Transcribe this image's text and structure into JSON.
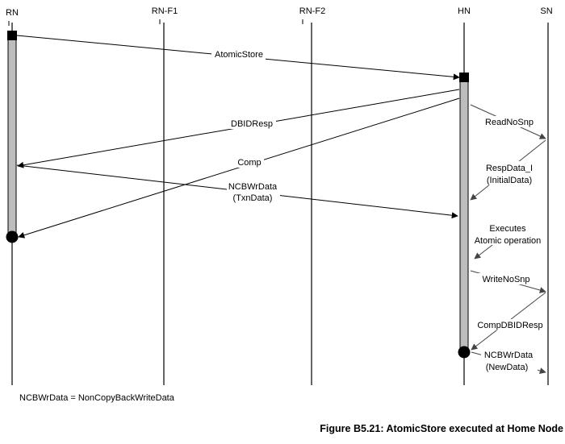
{
  "nodes": [
    "RN",
    "RN-F1",
    "RN-F2",
    "HN",
    "SN"
  ],
  "messages": {
    "atomic_store": "AtomicStore",
    "dbid_resp": "DBIDResp",
    "comp": "Comp",
    "ncbwrdata_1": "NCBWrData",
    "txn_data": "(TxnData)",
    "read_no_snp": "ReadNoSnp",
    "resp_data_i": "RespData_I",
    "initial_data": "(InitialData)",
    "executes": "Executes",
    "atomic_operation": "Atomic operation",
    "write_no_snp": "WriteNoSnp",
    "comp_dbid_resp": "CompDBIDResp",
    "ncbwrdata_2": "NCBWrData",
    "new_data": "(NewData)"
  },
  "legend": "NCBWrData = NonCopyBackWriteData",
  "caption": "Figure B5.21: AtomicStore executed at Home Node"
}
